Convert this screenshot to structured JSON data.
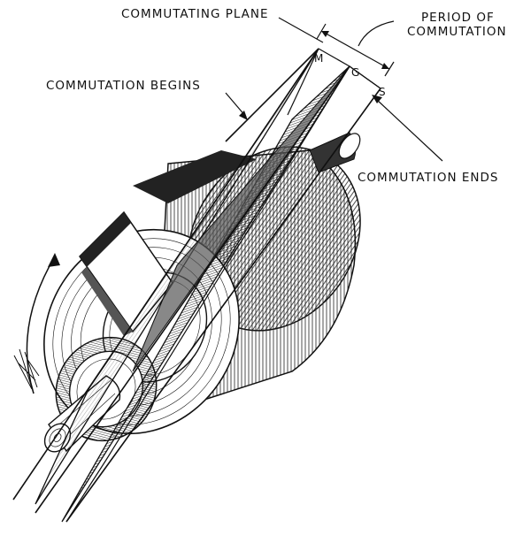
{
  "labels": {
    "commutating_plane": "COMMUTATING PLANE",
    "period_of": "PERIOD OF",
    "commutation": "COMMUTATION",
    "commutation_begins": "COMMUTATION BEGINS",
    "commutation_ends": "COMMUTATION ENDS",
    "point_m": "M",
    "point_g": "G",
    "point_s": "S"
  }
}
